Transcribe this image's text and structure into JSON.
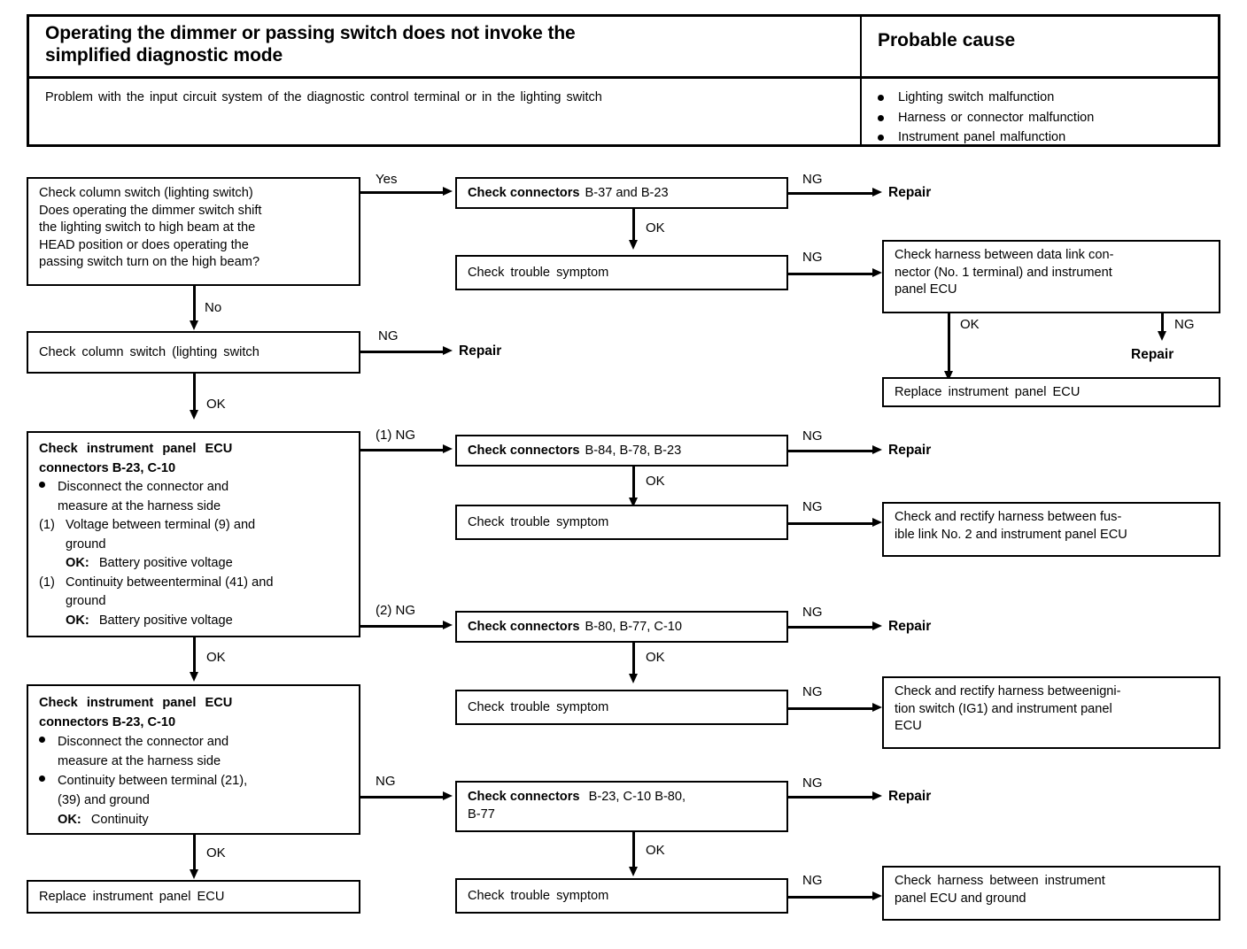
{
  "header": {
    "title_line1": "Operating the dimmer or passing switch does not invoke the",
    "title_line2": "simplified diagnostic mode",
    "probable_cause_title": "Probable cause",
    "problem": "Problem with the input circuit system of the diagnostic control terminal or in the lighting switch",
    "causes": [
      "Lighting switch malfunction",
      "Harness or connector malfunction",
      "Instrument  panel malfunction"
    ]
  },
  "boxes": {
    "check_column_switch_main": {
      "l1": "Check column switch (lighting switch)",
      "l2": "Does operating the dimmer switch shift",
      "l3": "the lighting switch to high beam at the",
      "l4": "HEAD position or does operating the",
      "l5": "passing switch turn on the high beam?"
    },
    "check_column_switch_2": "Check column switch (lighting switch",
    "ecu_box_1": {
      "title_l1": "Check  instrument  panel  ECU",
      "title_l2": "connectors B-23, C-10",
      "bullet1_l1": "Disconnect the connector and",
      "bullet1_l2": "measure at the harness side",
      "item1_num": "(1)",
      "item1_l1": "Voltage between terminal (9) and",
      "item1_l2": "ground",
      "item1_ok_label": "OK:",
      "item1_ok_value": "Battery positive voltage",
      "item2_num": "(1)",
      "item2_l1": "Continuity betweenterminal (41) and",
      "item2_l2": "ground",
      "item2_ok_label": "OK:",
      "item2_ok_value": "Battery positive voltage"
    },
    "ecu_box_2": {
      "title_l1": "Check  instrument  panel  ECU",
      "title_l2": "connectors B-23, C-10",
      "bullet1_l1": "Disconnect the connector and",
      "bullet1_l2": "measure at the harness side",
      "bullet2_l1": "Continuity between terminal (21),",
      "bullet2_l2": "(39) and ground",
      "ok_label": "OK:",
      "ok_value": "Continuity"
    },
    "replace_ecu_left": "Replace instrument panel ECU",
    "connectors_b37_b23_bold": "Check connectors",
    "connectors_b37_b23_rest": "B-37 and B-23",
    "check_trouble_symptom": "Check trouble symptom",
    "harness_data_link": {
      "l1": "Check harness between data link con-",
      "l2": "nector (No. 1 terminal) and instrument",
      "l3": "panel  ECU"
    },
    "replace_ecu_right": "Replace instrument panel ECU",
    "connectors_b84_bold": "Check connectors",
    "connectors_b84_rest": "B-84, B-78, B-23",
    "harness_fusible": {
      "l1": "Check and rectify harness between fus-",
      "l2": "ible link No. 2 and instrument panel ECU"
    },
    "connectors_b80_bold": "Check connectors",
    "connectors_b80_rest": "B-80, B-77, C-10",
    "harness_ignition": {
      "l1": "Check and rectify harness betweenigni-",
      "l2": "tion switch (IG1) and instrument panel",
      "l3": "ECU"
    },
    "connectors_b23c10_bold": "Check connectors",
    "connectors_b23c10_rest": "B-23, C-10 B-80,",
    "connectors_b23c10_l2": "B-77",
    "harness_ground": {
      "l1": "Check  harness  between  instrument",
      "l2": "panel ECU and ground"
    }
  },
  "labels": {
    "yes": "Yes",
    "no": "No",
    "ok": "OK",
    "ng": "NG",
    "ng1": "(1) NG",
    "ng2": "(2) NG",
    "repair": "Repair"
  }
}
